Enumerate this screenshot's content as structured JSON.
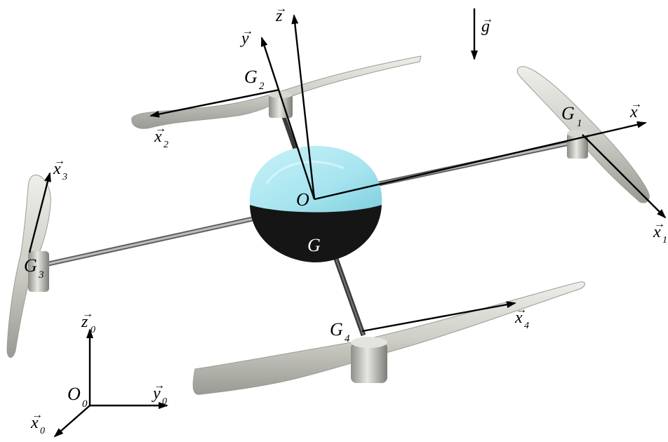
{
  "labels": {
    "g": {
      "base": "g",
      "sub": ""
    },
    "z": {
      "base": "z",
      "sub": ""
    },
    "y": {
      "base": "y",
      "sub": ""
    },
    "x": {
      "base": "x",
      "sub": ""
    },
    "O": {
      "base": "O",
      "sub": ""
    },
    "G": {
      "base": "G",
      "sub": ""
    },
    "G1": {
      "base": "G",
      "sub": "1"
    },
    "G2": {
      "base": "G",
      "sub": "2"
    },
    "G3": {
      "base": "G",
      "sub": "3"
    },
    "G4": {
      "base": "G",
      "sub": "4"
    },
    "x1": {
      "base": "x",
      "sub": "1"
    },
    "x2": {
      "base": "x",
      "sub": "2"
    },
    "x3": {
      "base": "x",
      "sub": "3"
    },
    "x4": {
      "base": "x",
      "sub": "4"
    },
    "O0": {
      "base": "O",
      "sub": "0"
    },
    "x0": {
      "base": "x",
      "sub": "0"
    },
    "y0": {
      "base": "y",
      "sub": "0"
    },
    "z0": {
      "base": "z",
      "sub": "0"
    }
  },
  "colors": {
    "body_top": "#a6e4ef",
    "body_bottom": "#1a1a1a",
    "arm": "#8a8a8a",
    "blade": "#cfcfc8",
    "hub": "#b9b9b2"
  }
}
